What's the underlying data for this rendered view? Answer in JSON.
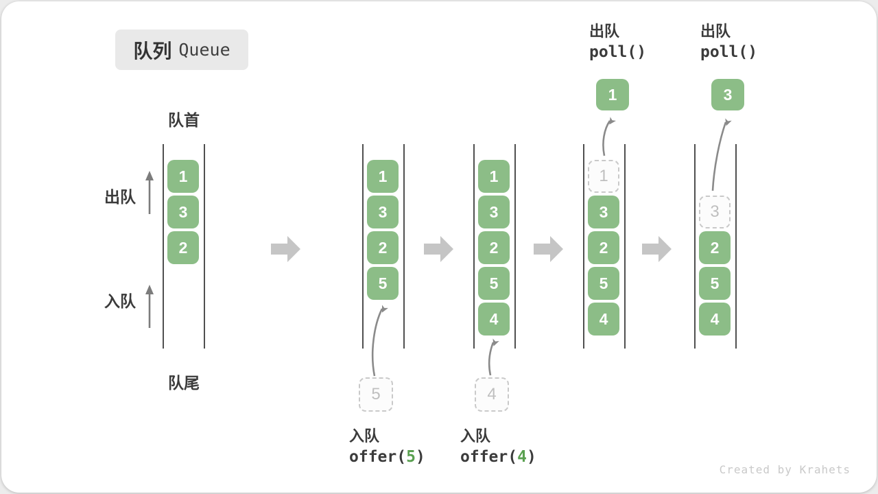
{
  "title": {
    "zh": "队列",
    "en": "Queue"
  },
  "side_labels": {
    "front": "队首",
    "rear": "队尾",
    "dequeue": "出队",
    "enqueue": "入队"
  },
  "colors": {
    "box_green": "#8cbd87",
    "code_green": "#5aa050",
    "text_dark": "#3b3b3b",
    "block_arrow_gray": "#c5c5c5",
    "thin_arrow_gray": "#8a8a8a",
    "dashed_gray": "#c9c9c9",
    "badge_bg": "#e9e9e9"
  },
  "states": [
    {
      "name": "initial",
      "slots": [
        {
          "value": "1",
          "type": "filled"
        },
        {
          "value": "3",
          "type": "filled"
        },
        {
          "value": "2",
          "type": "filled"
        }
      ]
    },
    {
      "name": "after-offer-5",
      "slots": [
        {
          "value": "1",
          "type": "filled"
        },
        {
          "value": "3",
          "type": "filled"
        },
        {
          "value": "2",
          "type": "filled"
        },
        {
          "value": "5",
          "type": "filled"
        }
      ],
      "staging_value": "5",
      "op": {
        "position": "bottom",
        "label": "入队",
        "code": {
          "prefix": "offer(",
          "arg": "5",
          "suffix": ")"
        }
      }
    },
    {
      "name": "after-offer-4",
      "slots": [
        {
          "value": "1",
          "type": "filled"
        },
        {
          "value": "3",
          "type": "filled"
        },
        {
          "value": "2",
          "type": "filled"
        },
        {
          "value": "5",
          "type": "filled"
        },
        {
          "value": "4",
          "type": "filled"
        }
      ],
      "staging_value": "4",
      "op": {
        "position": "bottom",
        "label": "入队",
        "code": {
          "prefix": "offer(",
          "arg": "4",
          "suffix": ")"
        }
      }
    },
    {
      "name": "after-poll-1",
      "slots": [
        {
          "value": "1",
          "type": "dashed"
        },
        {
          "value": "3",
          "type": "filled"
        },
        {
          "value": "2",
          "type": "filled"
        },
        {
          "value": "5",
          "type": "filled"
        },
        {
          "value": "4",
          "type": "filled"
        }
      ],
      "popped_value": "1",
      "op": {
        "position": "top",
        "label": "出队",
        "code": {
          "prefix": "poll()",
          "arg": "",
          "suffix": ""
        }
      }
    },
    {
      "name": "after-poll-3",
      "slots": [
        {
          "type": "empty"
        },
        {
          "value": "3",
          "type": "dashed"
        },
        {
          "value": "2",
          "type": "filled"
        },
        {
          "value": "5",
          "type": "filled"
        },
        {
          "value": "4",
          "type": "filled"
        }
      ],
      "popped_value": "3",
      "op": {
        "position": "top",
        "label": "出队",
        "code": {
          "prefix": "poll()",
          "arg": "",
          "suffix": ""
        }
      }
    }
  ],
  "watermark": "Created by Krahets"
}
